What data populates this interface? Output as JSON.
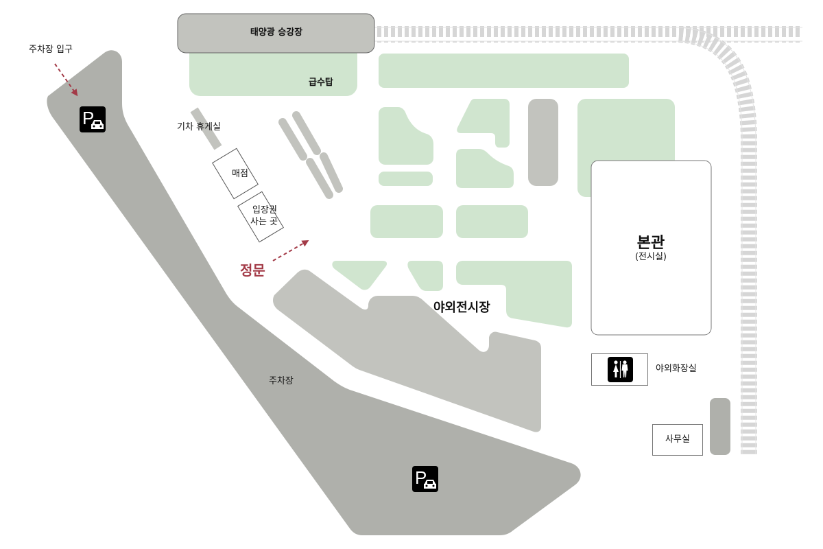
{
  "map": {
    "colors": {
      "green_area": "#d0e5cf",
      "gray_structure": "#c2c3be",
      "parking": "#afb0ab",
      "rail": "#d6d6d6",
      "accent_red": "#a33a47",
      "icon_black": "#000000"
    },
    "labels": {
      "parking_entrance": "주차장 입구",
      "solar_platform": "태양광 승강장",
      "water_tower": "급수탑",
      "train_lounge": "기차 휴게실",
      "shop": "매점",
      "ticket_office_line1": "입장권",
      "ticket_office_line2": "사는 곳",
      "main_gate": "정문",
      "outdoor_exhibition": "야외전시장",
      "main_building": "본관",
      "main_building_sub": "(전시실)",
      "outdoor_restroom": "야외화장실",
      "office": "사무실",
      "parking_lot": "주차장"
    },
    "icons": {
      "parking_1": "parking-icon",
      "parking_2": "parking-icon",
      "restroom": "restroom-icon"
    }
  }
}
